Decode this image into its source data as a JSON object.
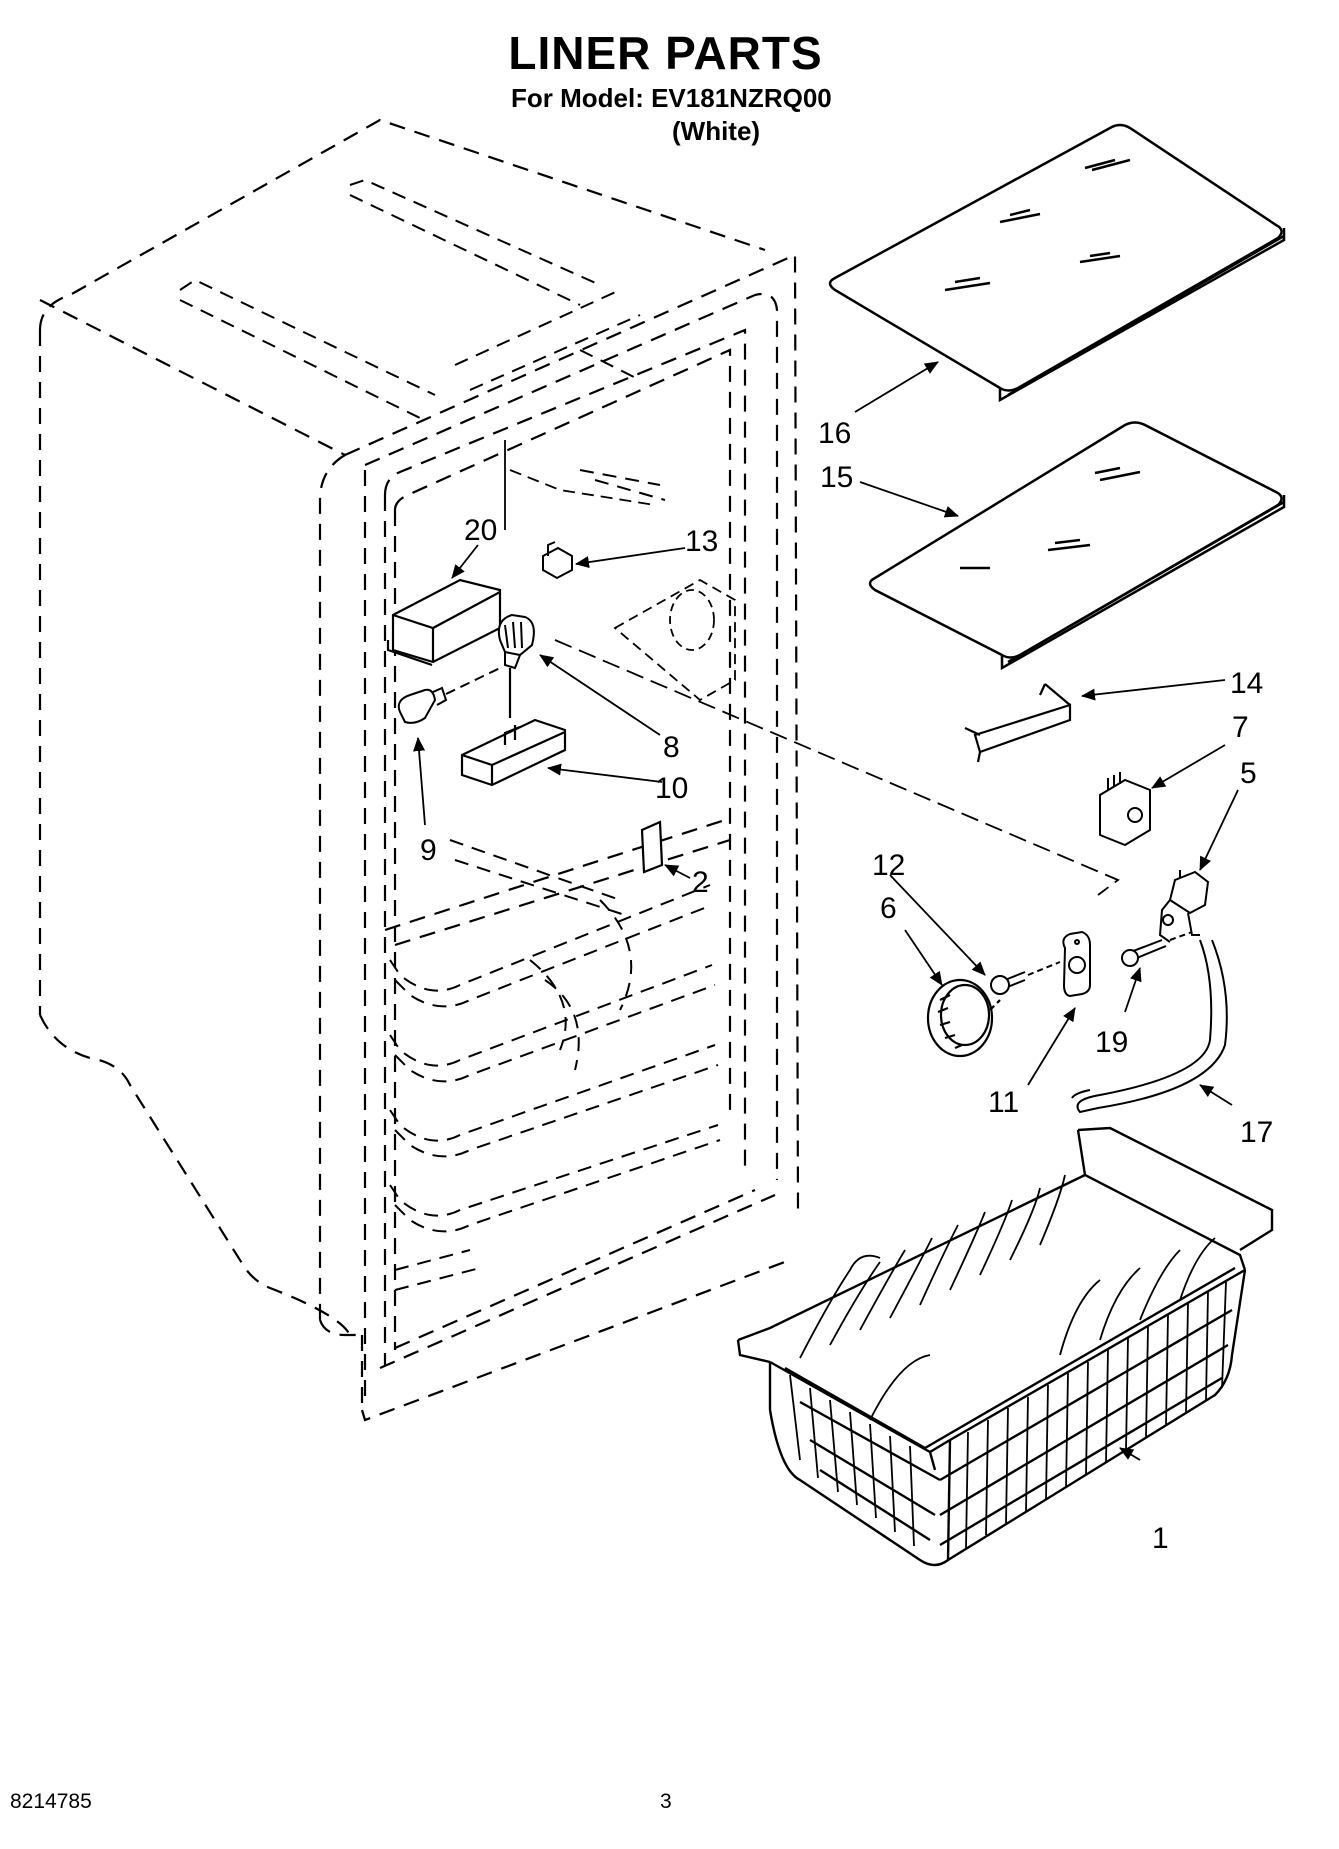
{
  "header": {
    "title": "LINER PARTS",
    "model_line": "For Model: EV181NZRQ00",
    "color_line": "(White)"
  },
  "callouts": {
    "c1": "1",
    "c2": "2",
    "c5": "5",
    "c6": "6",
    "c7": "7",
    "c8": "8",
    "c9": "9",
    "c10": "10",
    "c11": "11",
    "c12": "12",
    "c13": "13",
    "c14": "14",
    "c15": "15",
    "c16": "16",
    "c17": "17",
    "c19": "19",
    "c20": "20"
  },
  "footer": {
    "code": "8214785",
    "page": "3"
  }
}
